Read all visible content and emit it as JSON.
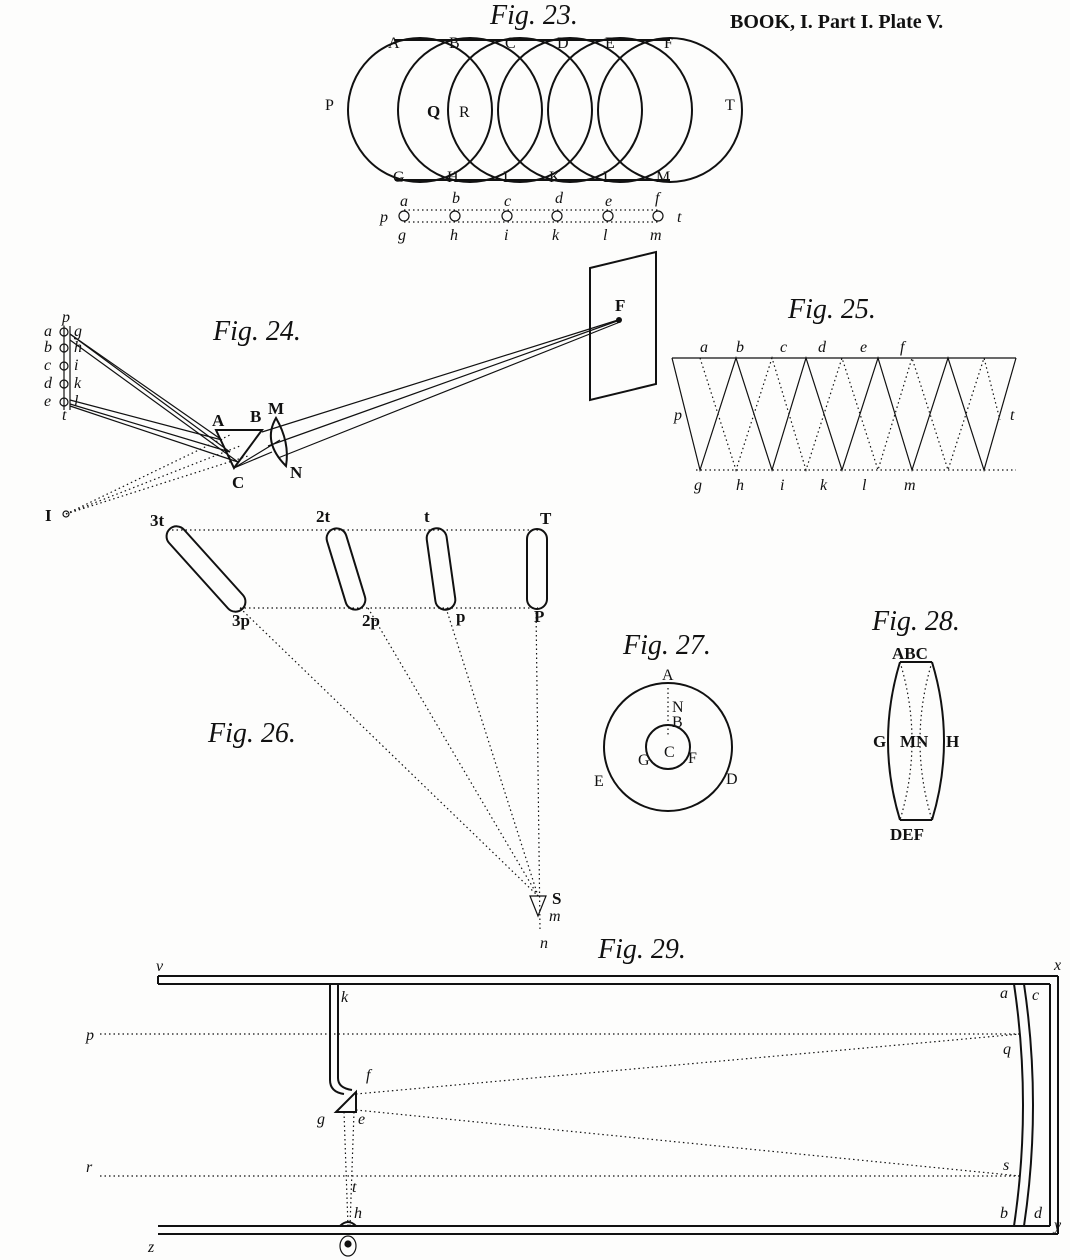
{
  "header": "BOOK, I. Part I. Plate V.",
  "fig23": {
    "title": "Fig. 23.",
    "top": [
      "A",
      "B",
      "C",
      "D",
      "E",
      "F"
    ],
    "bottom": [
      "G",
      "H",
      "I",
      "K",
      "L",
      "M"
    ],
    "left": "P",
    "right": "T",
    "q": "Q",
    "r": "R",
    "small_top": [
      "a",
      "b",
      "c",
      "d",
      "e",
      "f"
    ],
    "small_bottom": [
      "g",
      "h",
      "i",
      "k",
      "l",
      "m"
    ],
    "small_left": "p",
    "small_right": "t"
  },
  "fig24": {
    "title": "Fig. 24.",
    "labels": [
      "A",
      "B",
      "C",
      "M",
      "N",
      "F",
      "I"
    ],
    "column_left": [
      "a",
      "b",
      "c",
      "d",
      "e"
    ],
    "column_right": [
      "p",
      "g",
      "h",
      "i",
      "k",
      "l",
      "t"
    ]
  },
  "fig25": {
    "title": "Fig. 25.",
    "top": [
      "a",
      "b",
      "c",
      "d",
      "e",
      "f"
    ],
    "bottom": [
      "g",
      "h",
      "i",
      "k",
      "l",
      "m"
    ],
    "left": "p",
    "right": "t"
  },
  "fig26": {
    "title": "Fig. 26.",
    "top": [
      "3t",
      "2t",
      "t",
      "T"
    ],
    "bottom": [
      "3p",
      "2p",
      "p",
      "P"
    ],
    "focus": [
      "S",
      "m",
      "n"
    ]
  },
  "fig27": {
    "title": "Fig. 27.",
    "labels": [
      "A",
      "N",
      "B",
      "C",
      "G",
      "F",
      "E",
      "D"
    ]
  },
  "fig28": {
    "title": "Fig. 28.",
    "top": "ABC",
    "bottom": "DEF",
    "left": "G",
    "mid": "MN",
    "right": "H"
  },
  "fig29": {
    "title": "Fig. 29.",
    "labels": [
      "v",
      "x",
      "k",
      "a",
      "c",
      "p",
      "q",
      "f",
      "g",
      "e",
      "s",
      "r",
      "t",
      "h",
      "b",
      "d",
      "z",
      "y"
    ]
  }
}
